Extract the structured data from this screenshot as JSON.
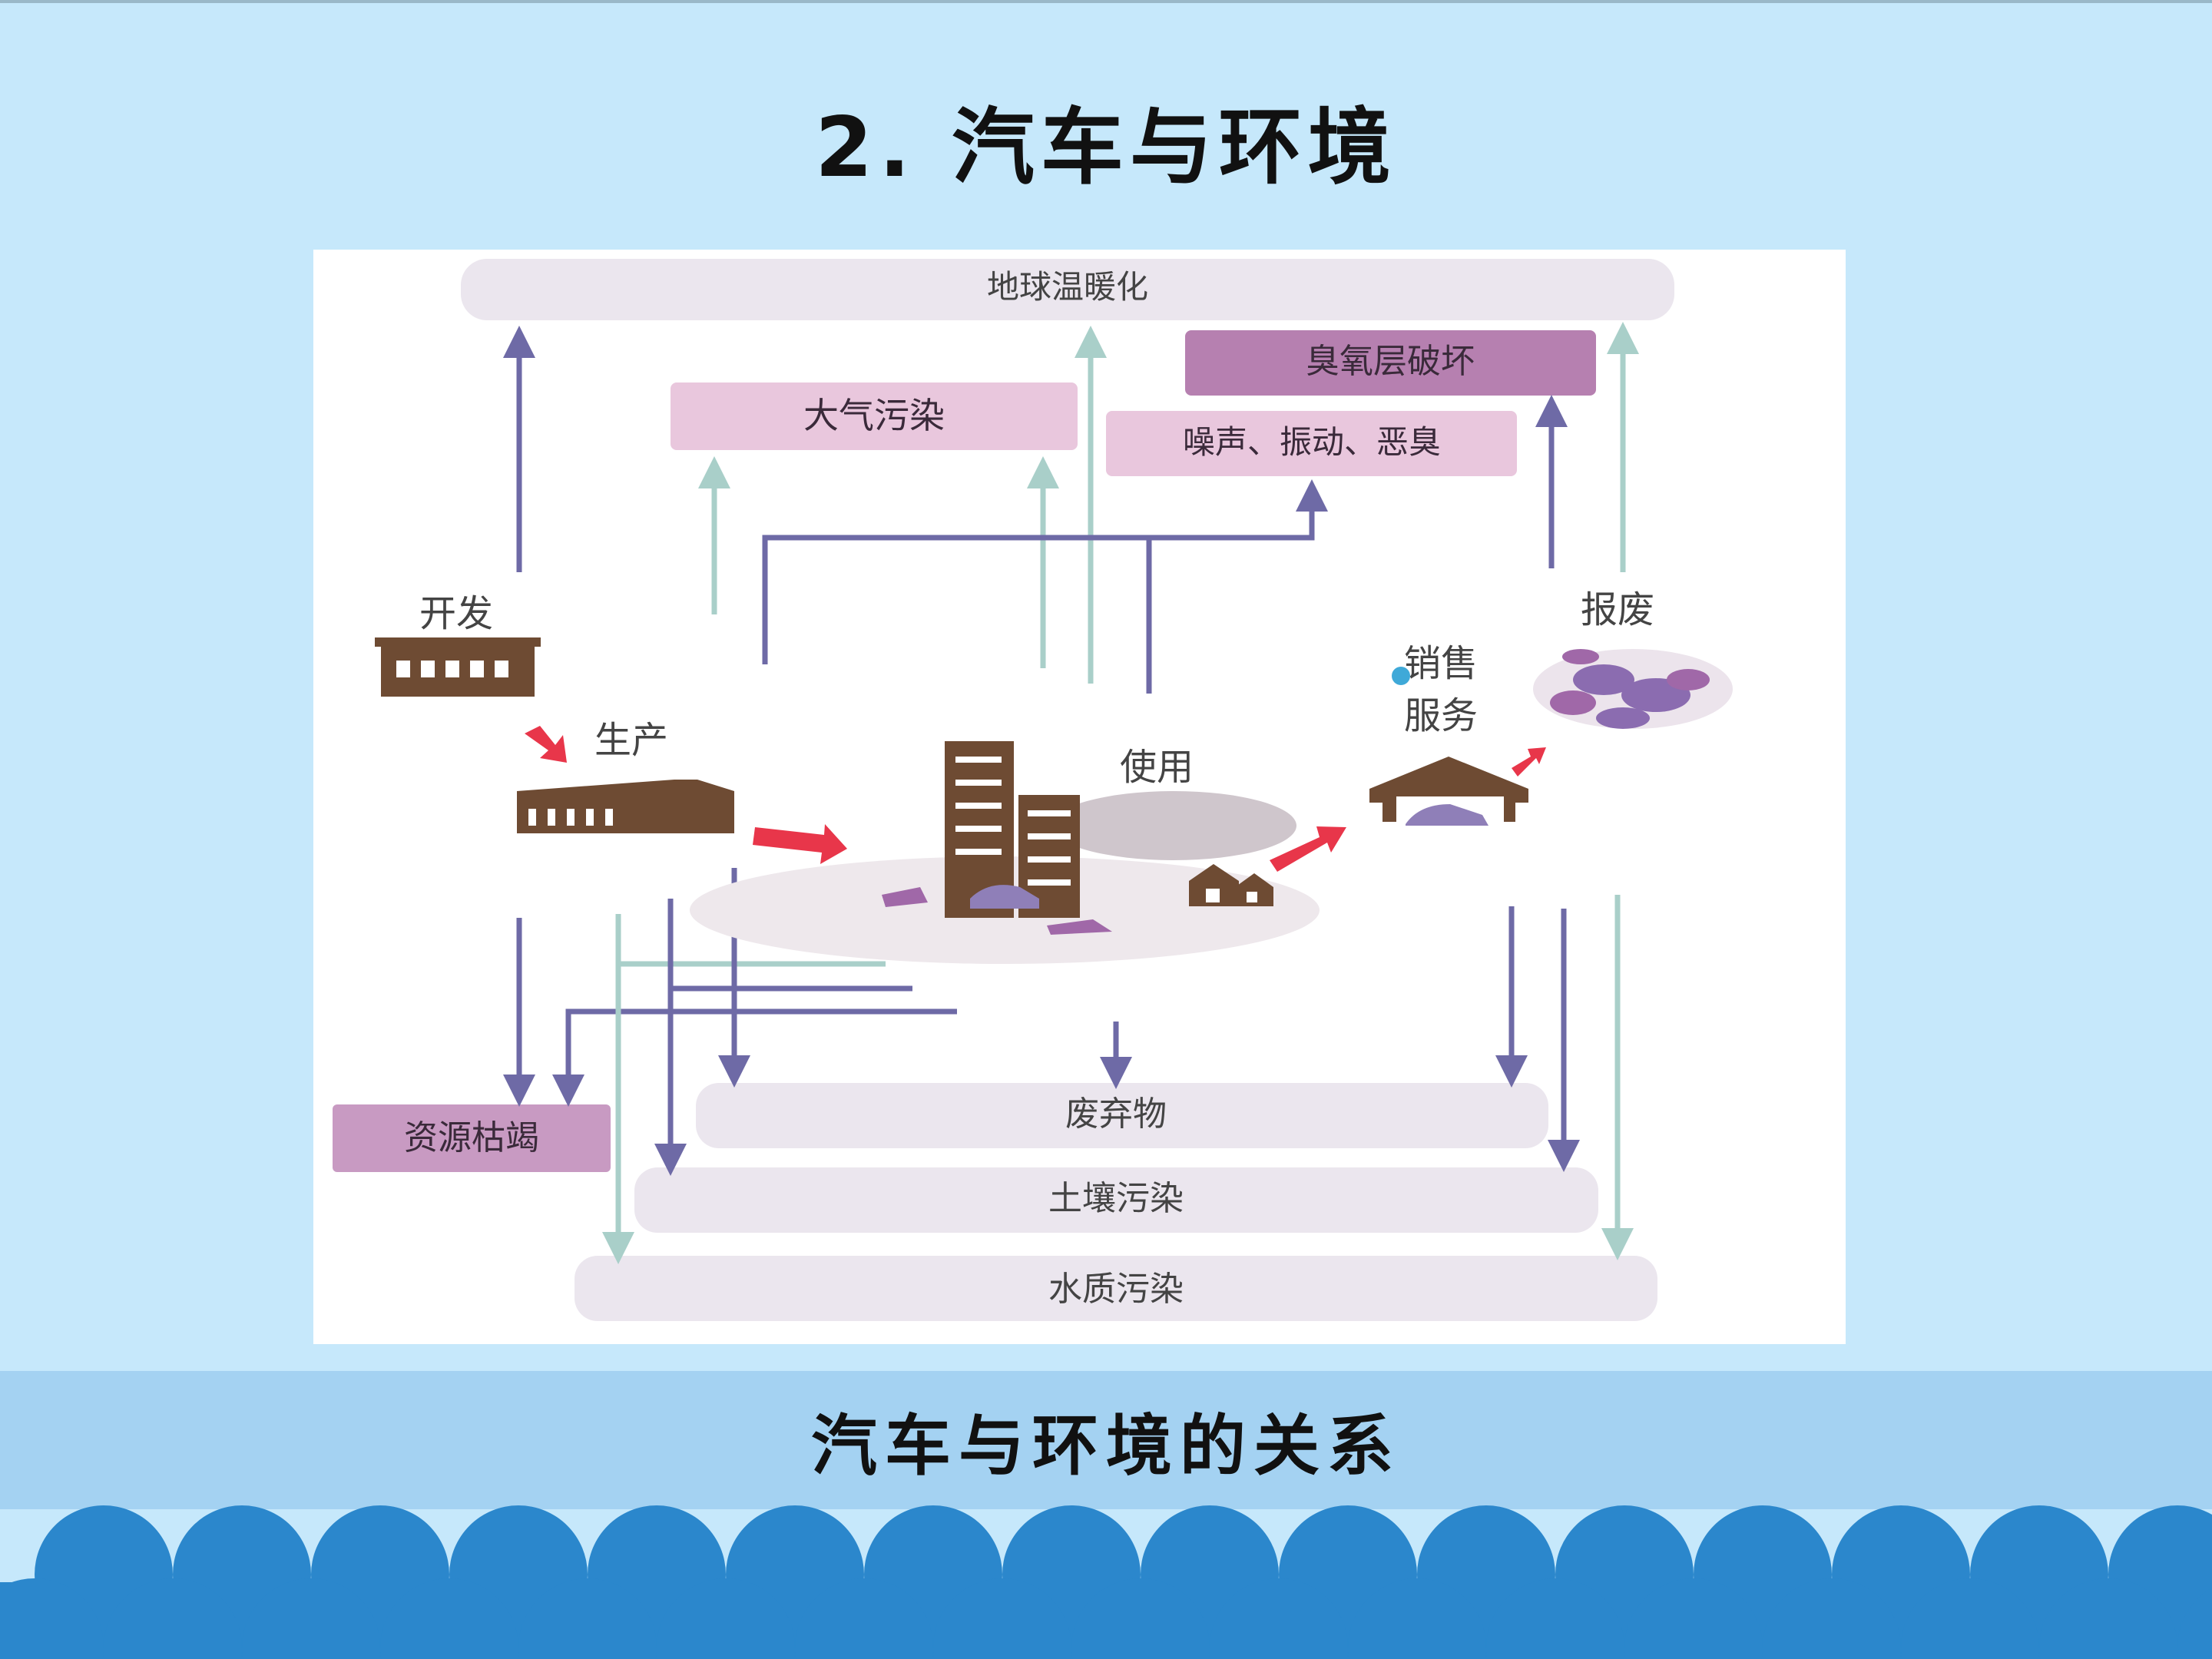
{
  "slide": {
    "title": "2. 汽车与环境",
    "caption": "汽车与环境的关系"
  },
  "diagram": {
    "effects": {
      "global_warming": "地球温暖化",
      "ozone_damage": "臭氧层破坏",
      "air_pollution": "大气污染",
      "noise": "噪声、振动、恶臭",
      "resource_depletion": "资源枯竭",
      "waste": "废弃物",
      "soil_pollution": "土壤污染",
      "water_pollution": "水质污染"
    },
    "stages": {
      "develop": "开发",
      "produce": "生产",
      "use": "使用",
      "sales_line1": "销售",
      "sales_line2": "服务",
      "scrap": "报废"
    }
  },
  "colors": {
    "background": "#c6e8fb",
    "caption_band": "#a4d2f2",
    "wave": "#2b87cc",
    "arrow_dark": "#6e6aa6",
    "arrow_light": "#a9cfc9",
    "arrow_red": "#e8364a",
    "box_grey": "#ebe6ee",
    "box_pink": "#e9c7dd",
    "box_purple": "#b680b0",
    "building": "#6e4b33"
  }
}
